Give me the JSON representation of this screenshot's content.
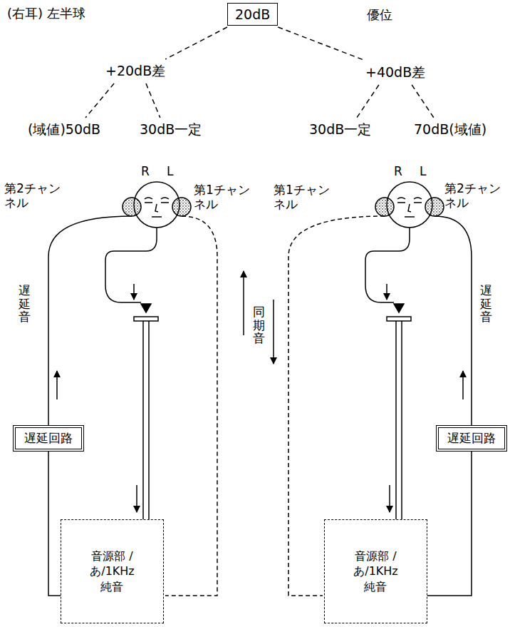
{
  "diagram": {
    "nodes": [
      {
        "text": [
          "20dB"
        ]
      },
      {
        "text": [
          "+20dB差"
        ]
      },
      {
        "text": [
          "+40dB差"
        ]
      },
      {
        "text": [
          "(域値)50dB"
        ]
      },
      {
        "text": [
          "30dB一定"
        ]
      },
      {
        "text": [
          "30dB一定"
        ]
      },
      {
        "text": [
          "70dB(域値)"
        ]
      },
      {
        "text": [
          "遅延回路"
        ]
      },
      {
        "text": [
          "音源部 /あ/1KHz 純音"
        ]
      },
      {
        "text": [
          "遅延回路"
        ]
      },
      {
        "text": [
          "音源部 /あ/1KHz 純音"
        ]
      }
    ],
    "edges": [
      {
        "from": 0,
        "to": 1,
        "arrow": "none"
      },
      {
        "from": 0,
        "to": 2,
        "arrow": "none"
      },
      {
        "from": 1,
        "to": 3,
        "arrow": "none"
      },
      {
        "from": 1,
        "to": 4,
        "arrow": "none"
      },
      {
        "from": 2,
        "to": 5,
        "arrow": "none"
      },
      {
        "from": 2,
        "to": 6,
        "arrow": "none"
      },
      {
        "from": 8,
        "to": 7,
        "arrow": "none"
      },
      {
        "from": 10,
        "to": 9,
        "arrow": "none"
      }
    ],
    "labels": [
      "(右耳) 左半球",
      "優位",
      "R",
      "L",
      "第2チャンネル",
      "第1チャンネル",
      "R",
      "L",
      "第1チャンネル",
      "第2チャンネル",
      "遅延音",
      "同期音",
      "遅延音"
    ]
  }
}
